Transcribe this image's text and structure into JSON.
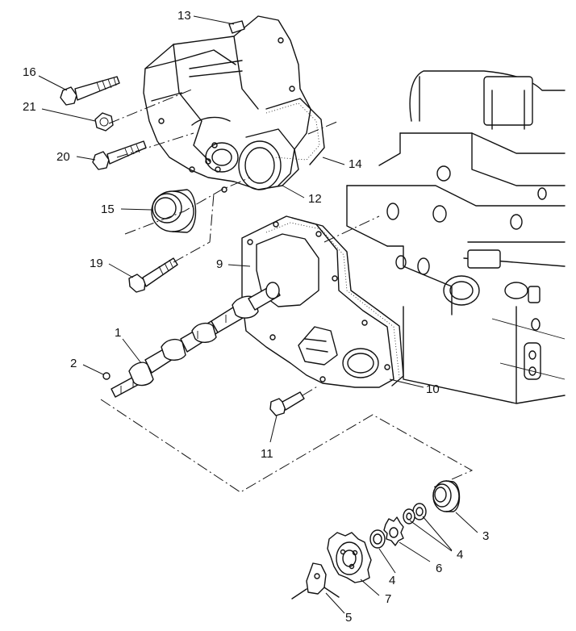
{
  "diagram": {
    "callouts": [
      {
        "id": "c1",
        "text": "1"
      },
      {
        "id": "c2",
        "text": "2"
      },
      {
        "id": "c3",
        "text": "3"
      },
      {
        "id": "c4a",
        "text": "4"
      },
      {
        "id": "c4b",
        "text": "4"
      },
      {
        "id": "c5",
        "text": "5"
      },
      {
        "id": "c6",
        "text": "6"
      },
      {
        "id": "c7",
        "text": "7"
      },
      {
        "id": "c9",
        "text": "9"
      },
      {
        "id": "c10",
        "text": "10"
      },
      {
        "id": "c11",
        "text": "11"
      },
      {
        "id": "c12",
        "text": "12"
      },
      {
        "id": "c13",
        "text": "13"
      },
      {
        "id": "c14",
        "text": "14"
      },
      {
        "id": "c15",
        "text": "15"
      },
      {
        "id": "c16",
        "text": "16"
      },
      {
        "id": "c19",
        "text": "19"
      },
      {
        "id": "c20",
        "text": "20"
      },
      {
        "id": "c21",
        "text": "21"
      }
    ]
  }
}
